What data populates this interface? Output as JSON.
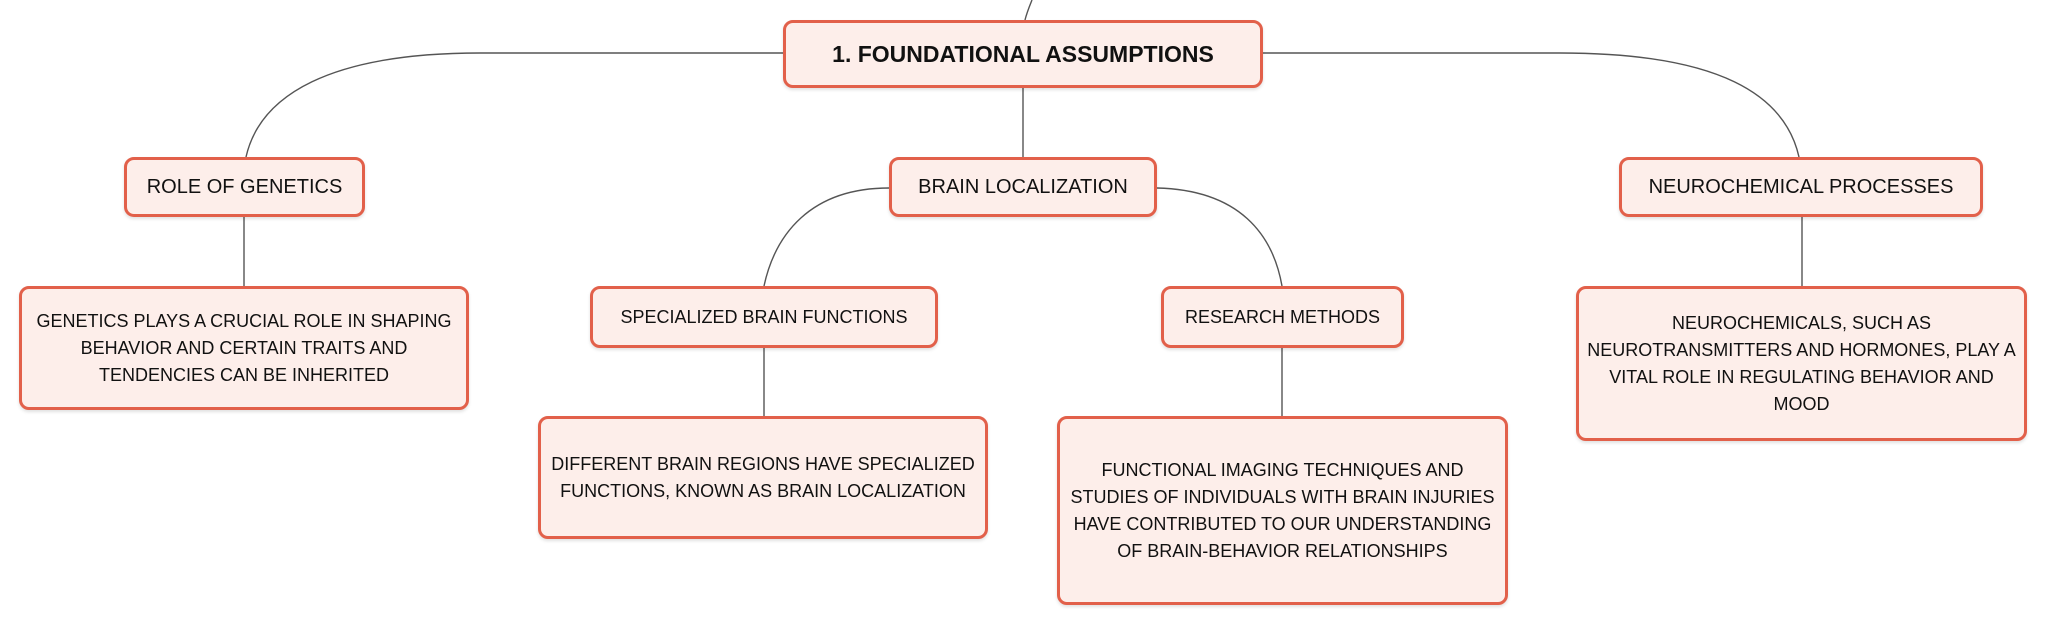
{
  "mindmap": {
    "root": {
      "label": "1. FOUNDATIONAL ASSUMPTIONS"
    },
    "genetics": {
      "label": "ROLE OF GENETICS",
      "detail": "GENETICS PLAYS A CRUCIAL ROLE IN SHAPING BEHAVIOR AND CERTAIN TRAITS AND TENDENCIES CAN BE INHERITED"
    },
    "brain": {
      "label": "BRAIN LOCALIZATION",
      "specialized": {
        "label": "SPECIALIZED BRAIN FUNCTIONS",
        "detail": "DIFFERENT BRAIN REGIONS HAVE SPECIALIZED FUNCTIONS, KNOWN AS BRAIN LOCALIZATION"
      },
      "research": {
        "label": "RESEARCH METHODS",
        "detail": "FUNCTIONAL IMAGING TECHNIQUES AND STUDIES OF INDIVIDUALS WITH BRAIN INJURIES HAVE CONTRIBUTED TO OUR UNDERSTANDING OF BRAIN-BEHAVIOR RELATIONSHIPS"
      }
    },
    "neuro": {
      "label": "NEUROCHEMICAL PROCESSES",
      "detail": "NEUROCHEMICALS, SUCH AS NEUROTRANSMITTERS AND HORMONES, PLAY A VITAL ROLE IN REGULATING BEHAVIOR AND MOOD"
    }
  },
  "colors": {
    "node_fill": "#fdeeea",
    "node_border": "#e2604a",
    "connector": "#555555",
    "text": "#111111"
  }
}
